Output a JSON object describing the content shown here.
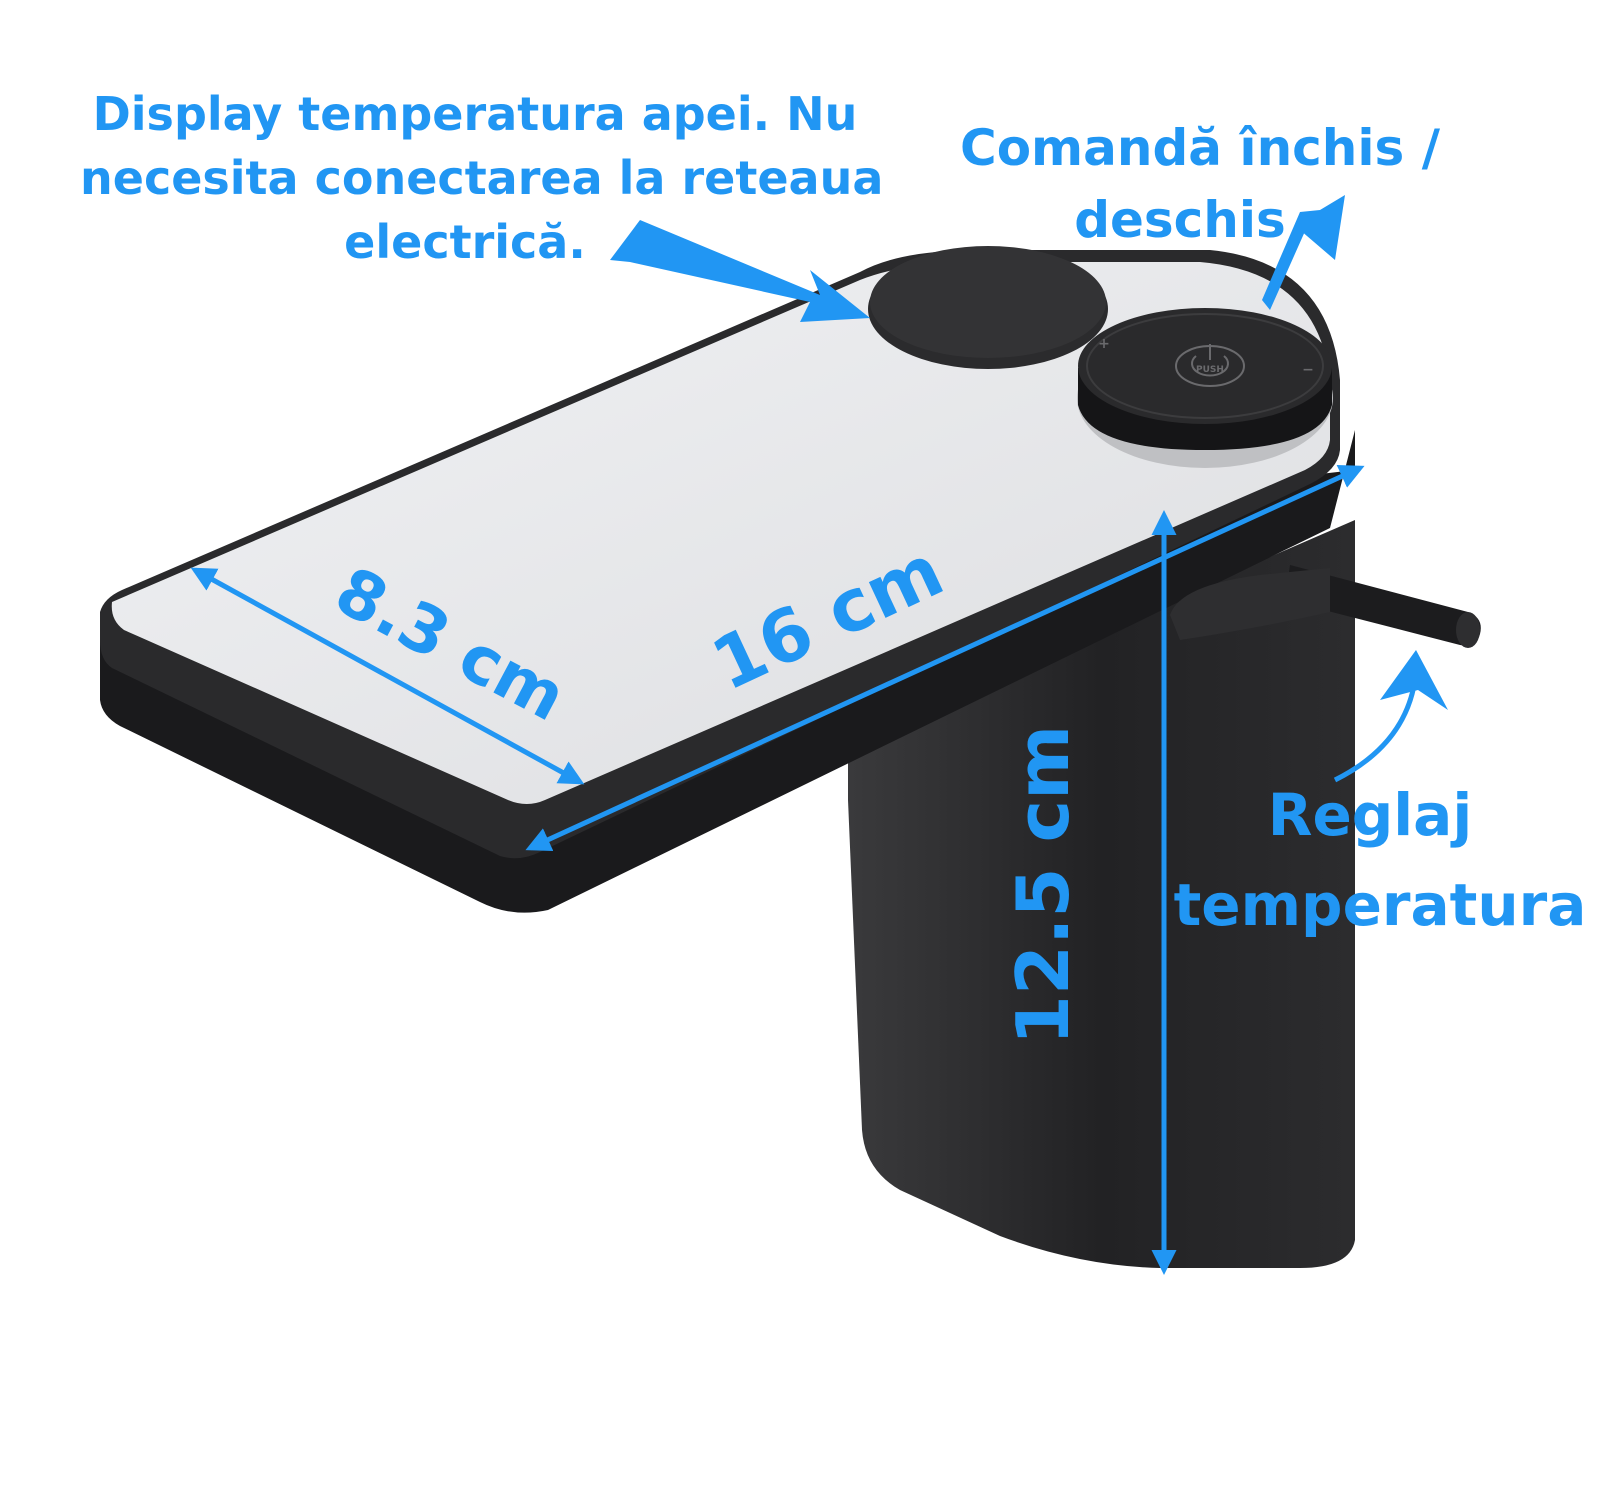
{
  "colors": {
    "accent": "#2196f3",
    "faucet_black": "#1c1c1e",
    "faucet_edge": "#2e2e30",
    "glass_panel": "#e9eaec",
    "background": "#ffffff"
  },
  "callouts": {
    "display": {
      "lines": [
        "Display temperatura apei. Nu",
        "necesita conectarea la reteaua",
        "electrică."
      ]
    },
    "power": {
      "lines": [
        "Comandă închis /",
        "deschis"
      ]
    },
    "temperature": {
      "lines": [
        "Reglaj",
        "temperatura"
      ]
    }
  },
  "dimensions": {
    "width": "8.3 cm",
    "length": "16 cm",
    "height": "12.5 cm"
  },
  "knob": {
    "label": "PUSH",
    "plus": "+",
    "minus": "−"
  }
}
